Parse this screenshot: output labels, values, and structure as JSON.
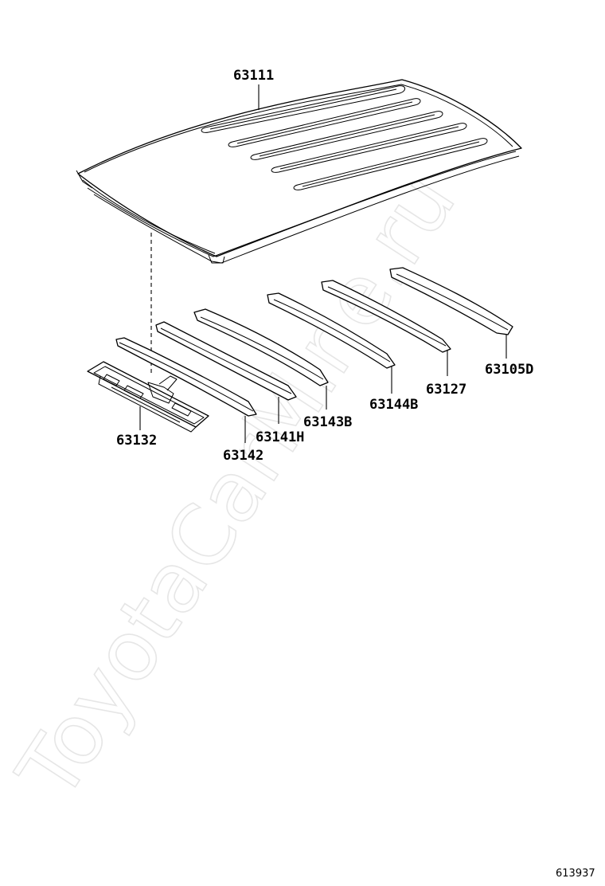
{
  "watermark": "ToyotaCarMine.ru",
  "callouts": {
    "roof_panel": "63111",
    "front_header_panel": "63132",
    "bow_1": "63142",
    "bow_2": "63141H",
    "bow_3": "63143B",
    "bow_4": "63144B",
    "bow_5": "63127",
    "rear_header": "63105D"
  },
  "reference_number": "613937"
}
